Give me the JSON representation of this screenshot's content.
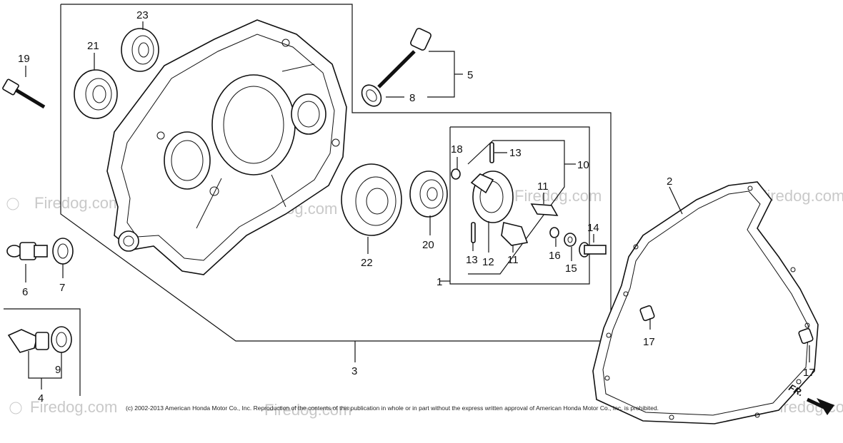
{
  "diagram": {
    "callouts": [
      "1",
      "2",
      "3",
      "4",
      "5",
      "6",
      "7",
      "8",
      "9",
      "10",
      "11",
      "11",
      "12",
      "13",
      "13",
      "14",
      "15",
      "16",
      "17",
      "17",
      "18",
      "19",
      "20",
      "21",
      "22",
      "23"
    ],
    "watermark_text": "Firedog.com",
    "copyright": "(c) 2002-2013 American Honda Motor Co., Inc. Reproduction of the contents of this publication in whole or in part without the express written approval of American Honda Motor Co., Inc. is prohibited.",
    "direction_label": "FR."
  }
}
